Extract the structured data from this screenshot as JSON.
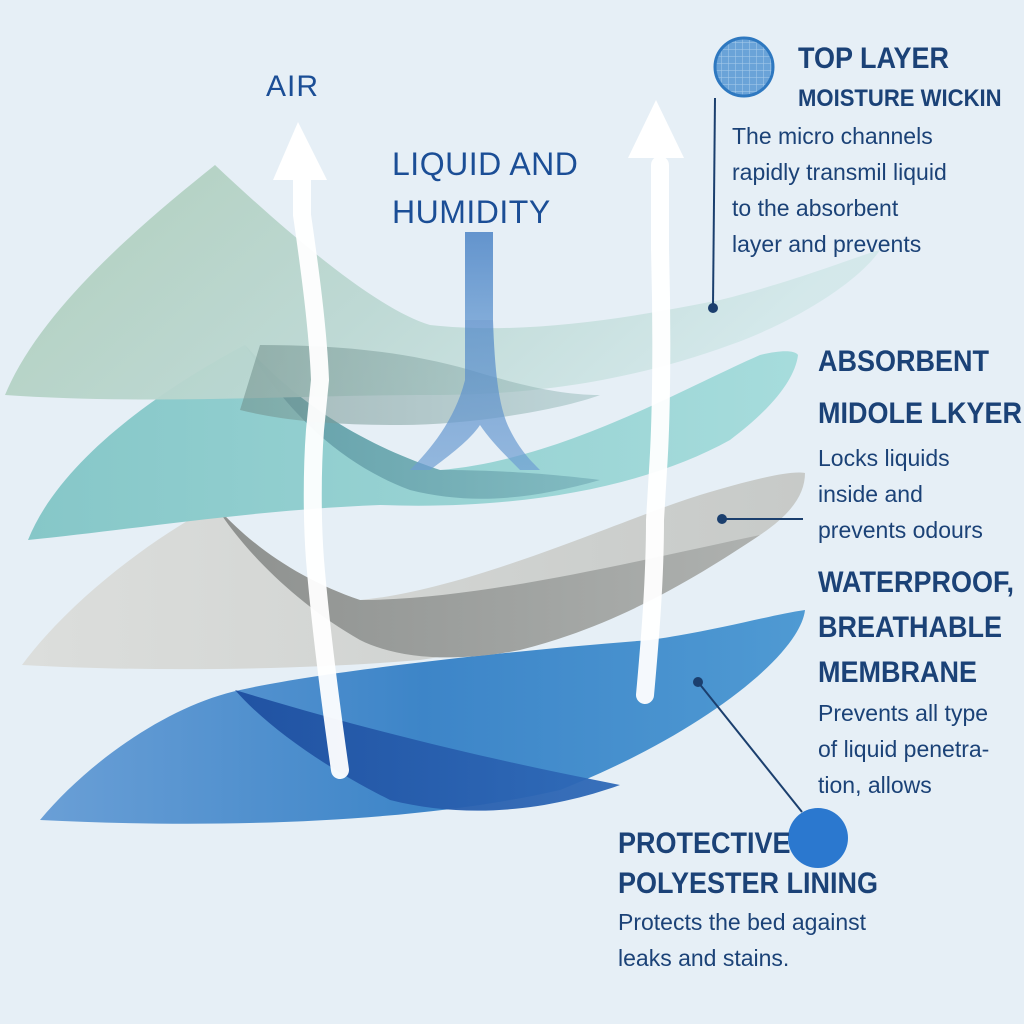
{
  "flow_labels": {
    "air": "AIR",
    "liquid_line1": "LIQUID AND",
    "liquid_line2": "HUMIDITY"
  },
  "layers": [
    {
      "key": "top",
      "title_line1": "TOP LAYER",
      "title_line2": "MOISTURE WICKIN",
      "description": [
        "The micro channels",
        "rapidly transmil liquid",
        "to the absorbent",
        "layer and prevents"
      ],
      "color": "#b7d3ce"
    },
    {
      "key": "absorbent",
      "title_line1": "ABSORBENT",
      "title_line2": "MIDOLE LKYER",
      "description": [
        "Locks liquids",
        "inside and",
        "prevents odours"
      ],
      "color": "#8ecdd0"
    },
    {
      "key": "waterproof",
      "title_lines": [
        "WATERPROOF,",
        "BREATHABLE",
        "MEMBRANE"
      ],
      "description": [
        "Prevents all type",
        "of liquid penetra-",
        "tion, allows"
      ],
      "color": "#cfd3d1"
    },
    {
      "key": "protective",
      "title_line1": "PROTECTIVE",
      "title_line2": "POLYESTER LINING",
      "description": [
        "Protects the bed against",
        "leaks and stains."
      ],
      "color": "#3f86c9"
    }
  ],
  "icons": {
    "top_layer": "mesh-circle-icon",
    "protective_layer": "blue-circle-icon",
    "arrows": "up-arrow-icon"
  },
  "colors": {
    "background": "#e6eff6",
    "text": "#1b4277",
    "label_blue": "#1b4e96",
    "liquid_stream": "#4c84c6"
  }
}
